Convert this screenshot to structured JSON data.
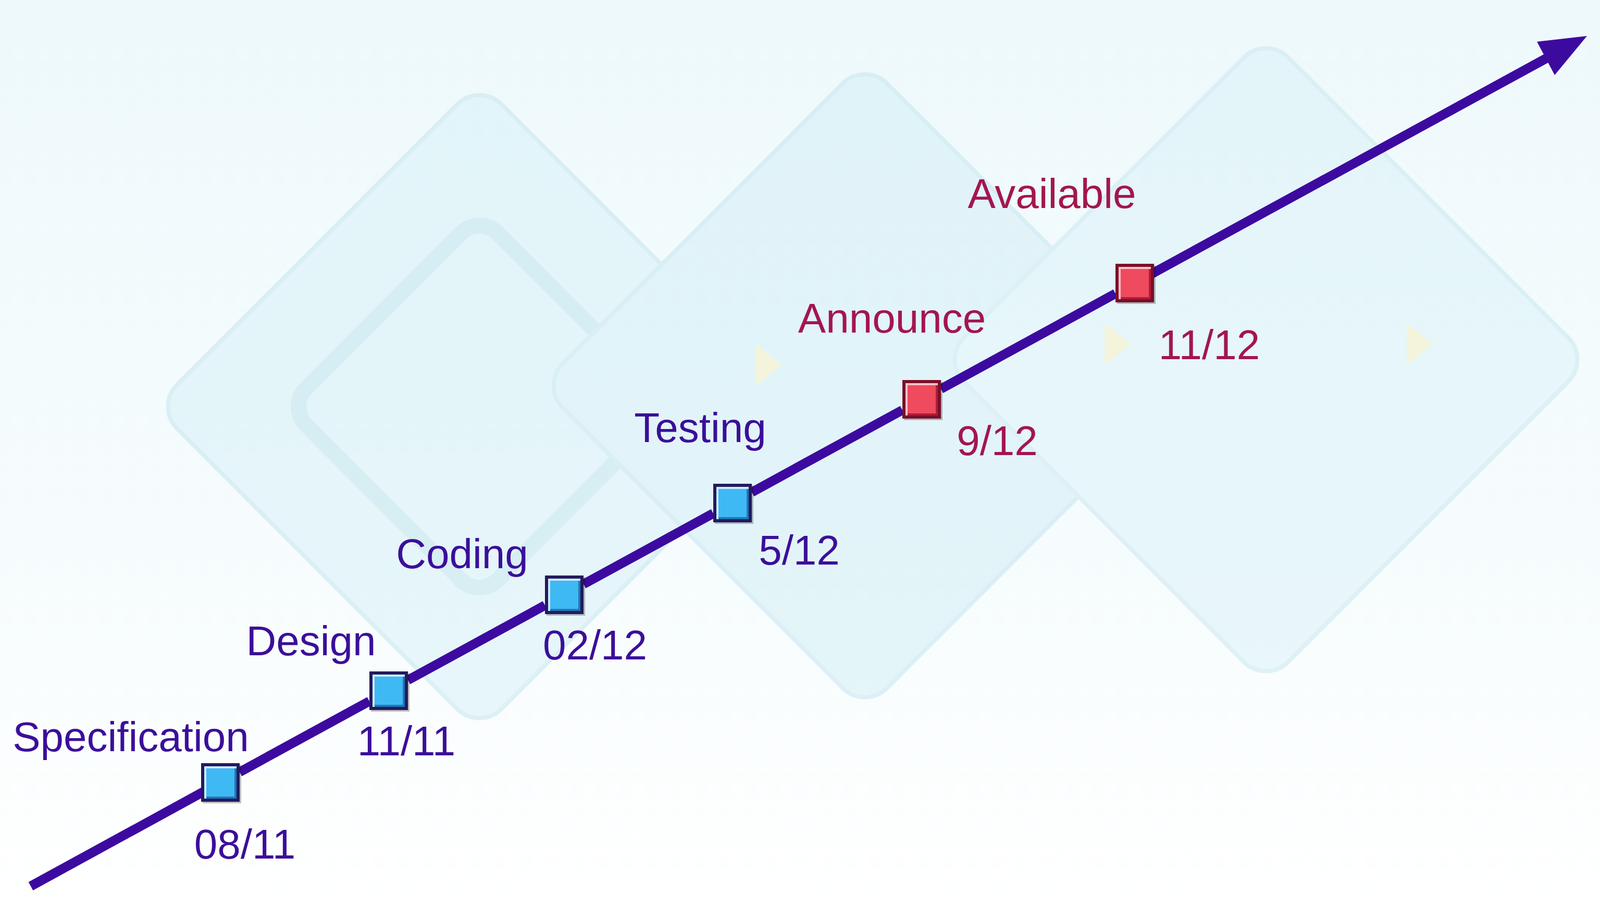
{
  "diagram": {
    "nodes": [
      {
        "text": [
          "Specification",
          "08/11"
        ]
      },
      {
        "text": [
          "Design",
          "11/11"
        ]
      },
      {
        "text": [
          "Coding",
          "02/12"
        ]
      },
      {
        "text": [
          "Testing",
          "5/12"
        ]
      },
      {
        "text": [
          "Announce",
          "9/12"
        ]
      },
      {
        "text": [
          "Available",
          "11/12"
        ]
      }
    ],
    "edges": [
      {
        "from": 0,
        "to": 1,
        "arrow": "none"
      },
      {
        "from": 1,
        "to": 2,
        "arrow": "none"
      },
      {
        "from": 2,
        "to": 3,
        "arrow": "none"
      },
      {
        "from": 3,
        "to": 4,
        "arrow": "none"
      },
      {
        "from": 4,
        "to": 5,
        "arrow": "none"
      }
    ]
  }
}
